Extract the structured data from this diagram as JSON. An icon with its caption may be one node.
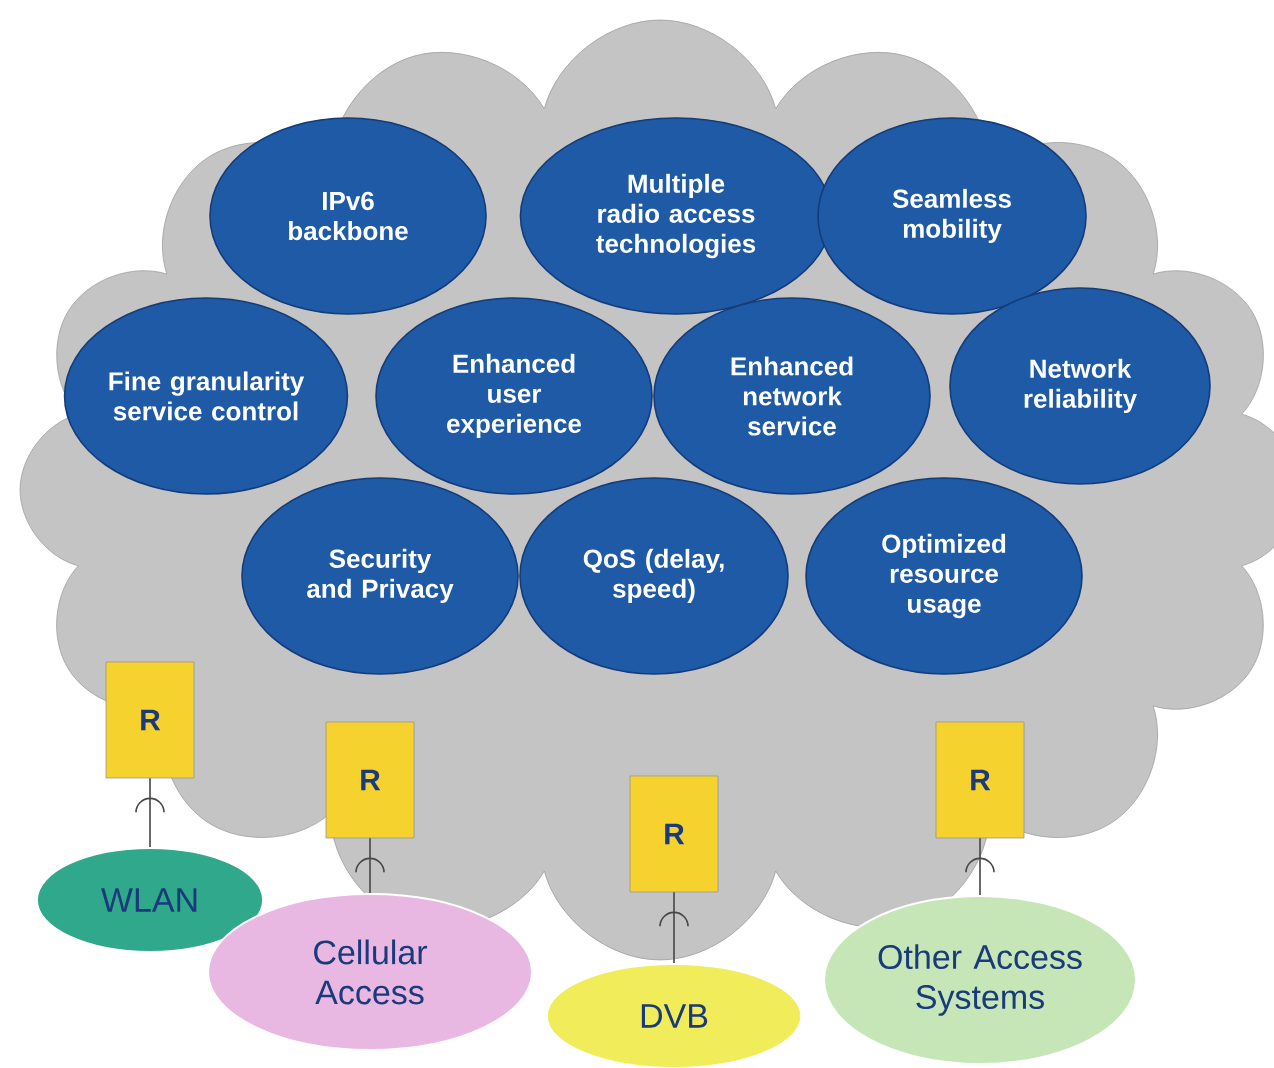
{
  "diagram": {
    "nodes": [
      {
        "text": [],
        "shape": "cloud"
      },
      {
        "text": [
          "IPv6 backbone"
        ],
        "in": 0
      },
      {
        "text": [
          "Multiple radio access technologies"
        ],
        "in": 0
      },
      {
        "text": [
          "Seamless mobility"
        ],
        "in": 0
      },
      {
        "text": [
          "Fine granularity service control"
        ],
        "in": 0
      },
      {
        "text": [
          "Enhanced user experience"
        ],
        "in": 0
      },
      {
        "text": [
          "Enhanced network service"
        ],
        "in": 0
      },
      {
        "text": [
          "Network reliability"
        ],
        "in": 0
      },
      {
        "text": [
          "Security and Privacy"
        ],
        "in": 0
      },
      {
        "text": [
          "QoS (delay, speed)"
        ],
        "in": 0
      },
      {
        "text": [
          "Optimized resource usage"
        ],
        "in": 0
      },
      {
        "text": [
          "R"
        ]
      },
      {
        "text": [
          "R"
        ],
        "in": 0
      },
      {
        "text": [
          "R"
        ],
        "in": 0
      },
      {
        "text": [
          "R"
        ],
        "in": 0
      },
      {
        "text": [
          "WLAN"
        ]
      },
      {
        "text": [
          "Cellular Access"
        ]
      },
      {
        "text": [
          "DVB"
        ]
      },
      {
        "text": [
          "Other Access Systems"
        ]
      }
    ],
    "edges": [
      {
        "from": 11,
        "to": 15,
        "arrow": "none"
      },
      {
        "from": 12,
        "to": 16,
        "arrow": "none"
      },
      {
        "from": 13,
        "to": 17,
        "arrow": "none"
      },
      {
        "from": 14,
        "to": 18,
        "arrow": "none"
      }
    ]
  }
}
